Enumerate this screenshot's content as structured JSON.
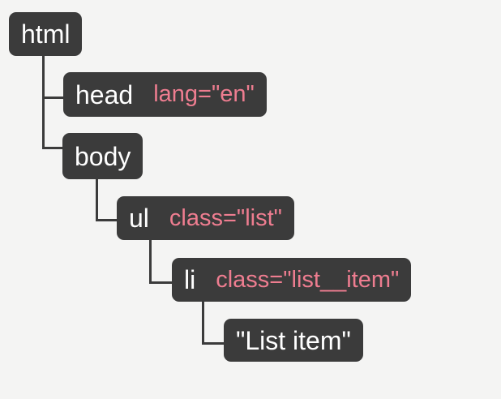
{
  "colors": {
    "background": "#f4f4f3",
    "node_background": "#3b3b3b",
    "tag_text": "#ffffff",
    "attr_text": "#ee7d90",
    "connector": "#3b3b3b"
  },
  "nodes": [
    {
      "tag": "html",
      "attr": ""
    },
    {
      "tag": "head",
      "attr": "lang=\"en\""
    },
    {
      "tag": "body",
      "attr": ""
    },
    {
      "tag": "ul",
      "attr": "class=\"list\""
    },
    {
      "tag": "li",
      "attr": "class=\"list__item\""
    },
    {
      "tag": "\"List item\"",
      "attr": ""
    }
  ]
}
